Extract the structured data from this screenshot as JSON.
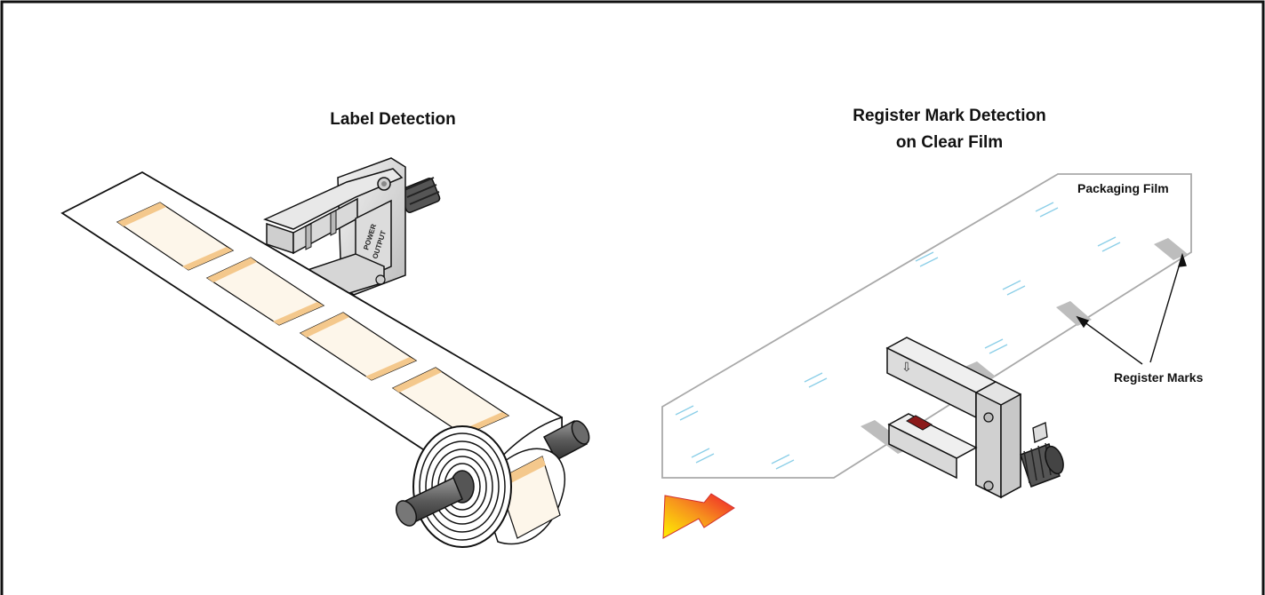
{
  "left_panel": {
    "title": "Label Detection",
    "sensor_legend": [
      "POWER",
      "OUTPUT"
    ]
  },
  "right_panel": {
    "title_line1": "Register Mark Detection",
    "title_line2": "on Clear Film",
    "film_label": "Packaging Film",
    "marks_label": "Register Marks"
  },
  "colors": {
    "frame": "#111111",
    "label_fill": "#fdf6ea",
    "label_edge": "#f4c88c",
    "sensor_body": "#e2e2e2",
    "film_outline": "#a9a9a9",
    "film_reflection": "#8ccfe8",
    "register_mark": "#bdbdbd",
    "arrow_start": "#ee1d2b",
    "arrow_end": "#fff200"
  }
}
